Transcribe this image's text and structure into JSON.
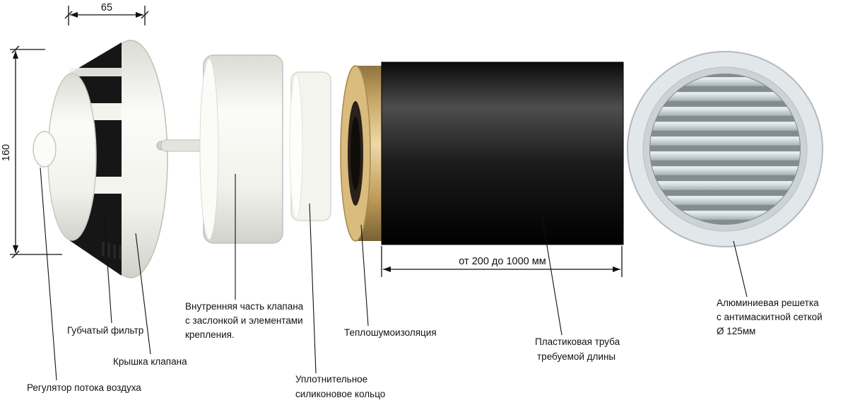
{
  "diagram": {
    "dimensions": {
      "cap_width": "65",
      "cap_height": "160",
      "pipe_length": "от 200 до 1000 мм"
    },
    "labels": {
      "sponge_filter": "Губчатый фильтр",
      "valve_cover": "Крышка клапана",
      "air_regulator": "Регулятор потока воздуха",
      "inner_valve_1": "Внутренняя часть клапана",
      "inner_valve_2": "с заслонкой и элементами",
      "inner_valve_3": "крепления.",
      "seal_ring_1": "Уплотнительное",
      "seal_ring_2": "силиконовое кольцо",
      "insulation": "Теплошумоизоляция",
      "pipe_1": "Пластиковая труба",
      "pipe_2": "требуемой длины",
      "grille_1": "Алюминиевая решетка",
      "grille_2": "с антимаскитной сеткой",
      "grille_3": "Ø 125мм"
    },
    "colors": {
      "insulation_tan": "#d4b173",
      "pipe_black": "#141414",
      "grille_gray": "#e2e7ea",
      "line": "#111111"
    }
  }
}
